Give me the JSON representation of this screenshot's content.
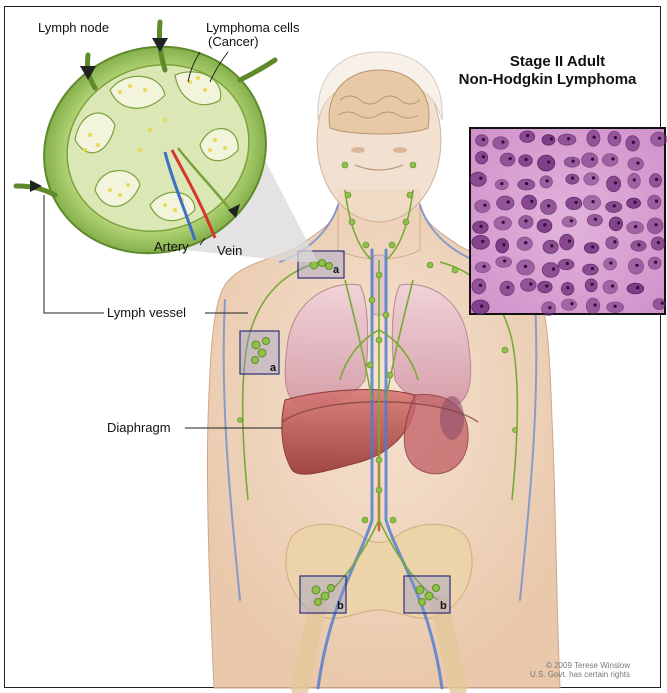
{
  "title": {
    "line1": "Stage II Adult",
    "line2": "Non-Hodgkin Lymphoma"
  },
  "labels": {
    "lymph_node": "Lymph node",
    "lymphoma_cells_line1": "Lymphoma cells",
    "lymphoma_cells_line2": "(Cancer)",
    "artery": "Artery",
    "vein": "Vein",
    "lymph_vessel": "Lymph vessel",
    "diaphragm": "Diaphragm"
  },
  "region_markers": {
    "upper_neck": "a",
    "armpit": "a",
    "groin_left": "b",
    "groin_right": "b"
  },
  "credit": {
    "line1": "© 2009 Terese Winslow",
    "line2": "U.S. Govt. has certain rights"
  },
  "colors": {
    "lymph_node_green": "#9bc85a",
    "lymph_vessel_green": "#7fb23a",
    "artery_red": "#d8322b",
    "vein_blue": "#3d6fc4",
    "lung_pink": "#e8bcc6",
    "liver_red": "#b94a48",
    "skin": "#f2d7bf",
    "cell_purple": "#8b3f93",
    "cell_bg": "#d9a3d2"
  }
}
